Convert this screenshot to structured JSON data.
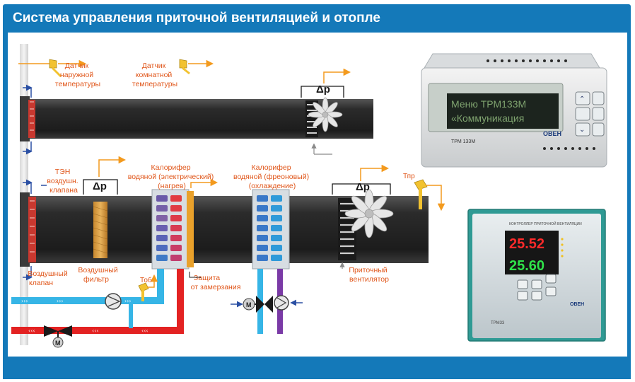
{
  "title": "Система управления приточной вентиляцией и отопле",
  "colors": {
    "frame_blue": "#1479b9",
    "label_orange": "#e0561a",
    "duct": "#2e2e2e",
    "hot_water": "#e32222",
    "cold_water": "#36b5e6",
    "freon": "#7a3aa6",
    "arrow_orange": "#f39a1e"
  },
  "labels": {
    "outdoor_sensor": [
      "Датчик",
      "наружной",
      "температуры"
    ],
    "room_sensor": [
      "Датчик",
      "комнатной",
      "температуры"
    ],
    "heater_valve": [
      "ТЭН",
      "воздушн.",
      "клапана"
    ],
    "air_valve": [
      "Воздушный",
      "клапан"
    ],
    "air_filter": [
      "Воздушный",
      "фильтр"
    ],
    "heater_water": [
      "Калорифер",
      "водяной (электрический)",
      "(нагрев)"
    ],
    "cooler_freon": [
      "Калорифер",
      "водяной (фреоновый)",
      "(охлаждение)"
    ],
    "freeze_protection": [
      "Защита",
      "от замерзания"
    ],
    "supply_fan": [
      "Приточный",
      "вентилятор"
    ],
    "t_ob": "Тоб",
    "t_pr": "Тпр",
    "delta_p": "Δp",
    "motor": "M"
  },
  "devices": {
    "trm133m": {
      "model": "ТРМ 133М",
      "lcd_line1": "Меню ТРМ133М",
      "lcd_line2": "«Коммуникация",
      "brand": "ОВЕН"
    },
    "trm33": {
      "header": "КОНТРОЛЛЕР ПРИТОЧНОЙ ВЕНТИЛЯЦИИ",
      "display_top": "25.52",
      "display_bottom": "25.60",
      "model": "ТРМ33",
      "brand": "ОВЕН"
    }
  }
}
